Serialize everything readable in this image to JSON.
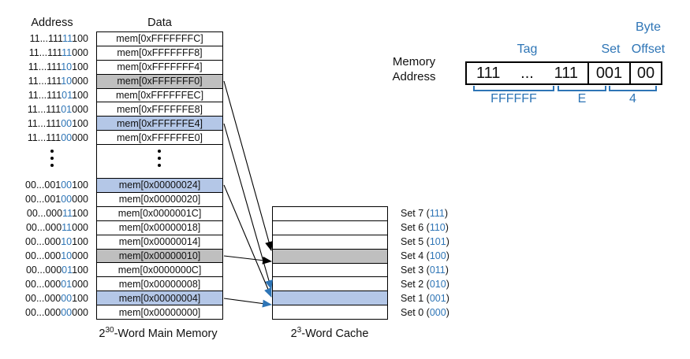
{
  "headers": {
    "address": "Address",
    "data": "Data"
  },
  "captions": {
    "mem_base": "2",
    "mem_sup": "30",
    "mem_rest": "-Word Main Memory",
    "cache_base": "2",
    "cache_sup": "3",
    "cache_rest": "-Word Cache"
  },
  "colors": {
    "accent_blue": "#2E75B6",
    "row_blue": "#B4C7E7",
    "row_gray": "#BFBFBF"
  },
  "main_memory": {
    "top_rows": [
      {
        "addr_pre": "11...111",
        "addr_blue": "11",
        "addr_post": "100",
        "data": "mem[0xFFFFFFFC]",
        "highlight": "none"
      },
      {
        "addr_pre": "11...111",
        "addr_blue": "11",
        "addr_post": "000",
        "data": "mem[0xFFFFFFF8]",
        "highlight": "none"
      },
      {
        "addr_pre": "11...111",
        "addr_blue": "10",
        "addr_post": "100",
        "data": "mem[0xFFFFFFF4]",
        "highlight": "none"
      },
      {
        "addr_pre": "11...111",
        "addr_blue": "10",
        "addr_post": "000",
        "data": "mem[0xFFFFFFF0]",
        "highlight": "gray"
      },
      {
        "addr_pre": "11...111",
        "addr_blue": "01",
        "addr_post": "100",
        "data": "mem[0xFFFFFFEC]",
        "highlight": "none"
      },
      {
        "addr_pre": "11...111",
        "addr_blue": "01",
        "addr_post": "000",
        "data": "mem[0xFFFFFFE8]",
        "highlight": "none"
      },
      {
        "addr_pre": "11...111",
        "addr_blue": "00",
        "addr_post": "100",
        "data": "mem[0xFFFFFFE4]",
        "highlight": "blue"
      },
      {
        "addr_pre": "11...111",
        "addr_blue": "00",
        "addr_post": "000",
        "data": "mem[0xFFFFFFE0]",
        "highlight": "none"
      }
    ],
    "bottom_rows": [
      {
        "addr_pre": "00...001",
        "addr_blue": "00",
        "addr_post": "100",
        "data": "mem[0x00000024]",
        "highlight": "blue"
      },
      {
        "addr_pre": "00...001",
        "addr_blue": "00",
        "addr_post": "000",
        "data": "mem[0x00000020]",
        "highlight": "none"
      },
      {
        "addr_pre": "00...000",
        "addr_blue": "11",
        "addr_post": "100",
        "data": "mem[0x0000001C]",
        "highlight": "none"
      },
      {
        "addr_pre": "00...000",
        "addr_blue": "11",
        "addr_post": "000",
        "data": "mem[0x00000018]",
        "highlight": "none"
      },
      {
        "addr_pre": "00...000",
        "addr_blue": "10",
        "addr_post": "100",
        "data": "mem[0x00000014]",
        "highlight": "none"
      },
      {
        "addr_pre": "00...000",
        "addr_blue": "10",
        "addr_post": "000",
        "data": "mem[0x00000010]",
        "highlight": "gray"
      },
      {
        "addr_pre": "00...000",
        "addr_blue": "01",
        "addr_post": "100",
        "data": "mem[0x0000000C]",
        "highlight": "none"
      },
      {
        "addr_pre": "00...000",
        "addr_blue": "01",
        "addr_post": "000",
        "data": "mem[0x00000008]",
        "highlight": "none"
      },
      {
        "addr_pre": "00...000",
        "addr_blue": "00",
        "addr_post": "100",
        "data": "mem[0x00000004]",
        "highlight": "blue"
      },
      {
        "addr_pre": "00...000",
        "addr_blue": "00",
        "addr_post": "000",
        "data": "mem[0x00000000]",
        "highlight": "none"
      }
    ]
  },
  "cache": {
    "sets": [
      {
        "name": "Set 7",
        "bits": "111",
        "highlight": "none"
      },
      {
        "name": "Set 6",
        "bits": "110",
        "highlight": "none"
      },
      {
        "name": "Set 5",
        "bits": "101",
        "highlight": "none"
      },
      {
        "name": "Set 4",
        "bits": "100",
        "highlight": "gray"
      },
      {
        "name": "Set 3",
        "bits": "011",
        "highlight": "none"
      },
      {
        "name": "Set 2",
        "bits": "010",
        "highlight": "none"
      },
      {
        "name": "Set 1",
        "bits": "001",
        "highlight": "blue"
      },
      {
        "name": "Set 0",
        "bits": "000",
        "highlight": "none"
      }
    ]
  },
  "address_breakdown": {
    "label1": "Memory",
    "label2": "Address",
    "byte": "Byte",
    "tag": "Tag",
    "set": "Set",
    "offset": "Offset",
    "tag_left": "111",
    "tag_dots": "...",
    "tag_right": "111",
    "set_bits": "001",
    "offset_bits": "00",
    "hex1": "FFFFFF",
    "hex2": "E",
    "hex3": "4"
  },
  "arrows": [
    {
      "from": "mem[0xFFFFFFF0]",
      "to": "Set 4",
      "color": "black"
    },
    {
      "from": "mem[0x00000010]",
      "to": "Set 4",
      "color": "black"
    },
    {
      "from": "mem[0xFFFFFFE4]",
      "to": "Set 1",
      "color": "blue"
    },
    {
      "from": "mem[0x00000024]",
      "to": "Set 1",
      "color": "blue"
    },
    {
      "from": "mem[0x00000004]",
      "to": "Set 1",
      "color": "blue"
    }
  ]
}
